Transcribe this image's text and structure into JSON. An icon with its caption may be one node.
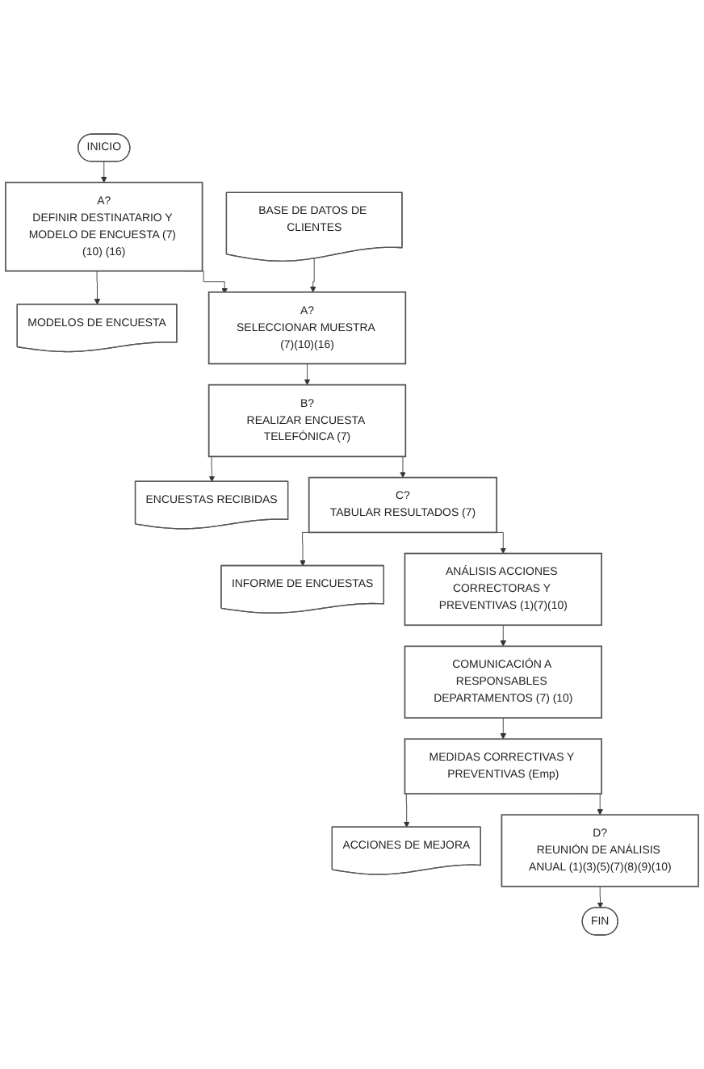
{
  "diagram": {
    "nodes": [
      {
        "text": [
          "INICIO"
        ]
      },
      {
        "text": [
          "A?",
          "DEFINIR DESTINATARIO Y MODELO DE ENCUESTA (7) (10) (16)"
        ]
      },
      {
        "text": [
          "MODELOS DE ENCUESTA"
        ]
      },
      {
        "text": [
          "A?",
          "SELECCIONAR MUESTRA (7)(10)(16)"
        ]
      },
      {
        "text": [
          "BASE DE DATOS DE CLIENTES"
        ]
      },
      {
        "text": [
          "B?",
          "REALIZAR ENCUESTA TELEFÓNICA (7)"
        ]
      },
      {
        "text": [
          "ENCUESTAS RECIBIDAS"
        ]
      },
      {
        "text": [
          "C?",
          "TABULAR RESULTADOS (7)"
        ]
      },
      {
        "text": [
          "INFORME DE ENCUESTAS"
        ]
      },
      {
        "text": [
          "ANÁLISIS ACCIONES CORRECTORAS Y PREVENTIVAS (1)(7)(10)"
        ]
      },
      {
        "text": [
          "COMUNICACIÓN A RESPONSABLES DEPARTAMENTOS (7) (10)"
        ]
      },
      {
        "text": [
          "MEDIDAS CORRECTIVAS Y PREVENTIVAS (Emp)"
        ]
      },
      {
        "text": [
          "ACCIONES DE MEJORA"
        ]
      },
      {
        "text": [
          "D?",
          "REUNIÓN DE ANÁLISIS ANUAL (1)(3)(5)(7)(8)(9)(10)"
        ]
      },
      {
        "text": [
          "FIN"
        ]
      }
    ],
    "edges": [
      {
        "from": 0,
        "to": 1,
        "arrow": "to"
      },
      {
        "from": 1,
        "to": 2,
        "arrow": "to"
      },
      {
        "from": 1,
        "to": 3,
        "arrow": "to"
      },
      {
        "from": 4,
        "to": 3,
        "arrow": "to"
      },
      {
        "from": 3,
        "to": 5,
        "arrow": "to"
      },
      {
        "from": 5,
        "to": 6,
        "arrow": "to"
      },
      {
        "from": 5,
        "to": 7,
        "arrow": "to"
      },
      {
        "from": 7,
        "to": 8,
        "arrow": "to"
      },
      {
        "from": 7,
        "to": 9,
        "arrow": "to"
      },
      {
        "from": 9,
        "to": 10,
        "arrow": "to"
      },
      {
        "from": 10,
        "to": 11,
        "arrow": "to"
      },
      {
        "from": 11,
        "to": 12,
        "arrow": "to"
      },
      {
        "from": 11,
        "to": 13,
        "arrow": "to"
      },
      {
        "from": 13,
        "to": 14,
        "arrow": "to"
      }
    ]
  }
}
